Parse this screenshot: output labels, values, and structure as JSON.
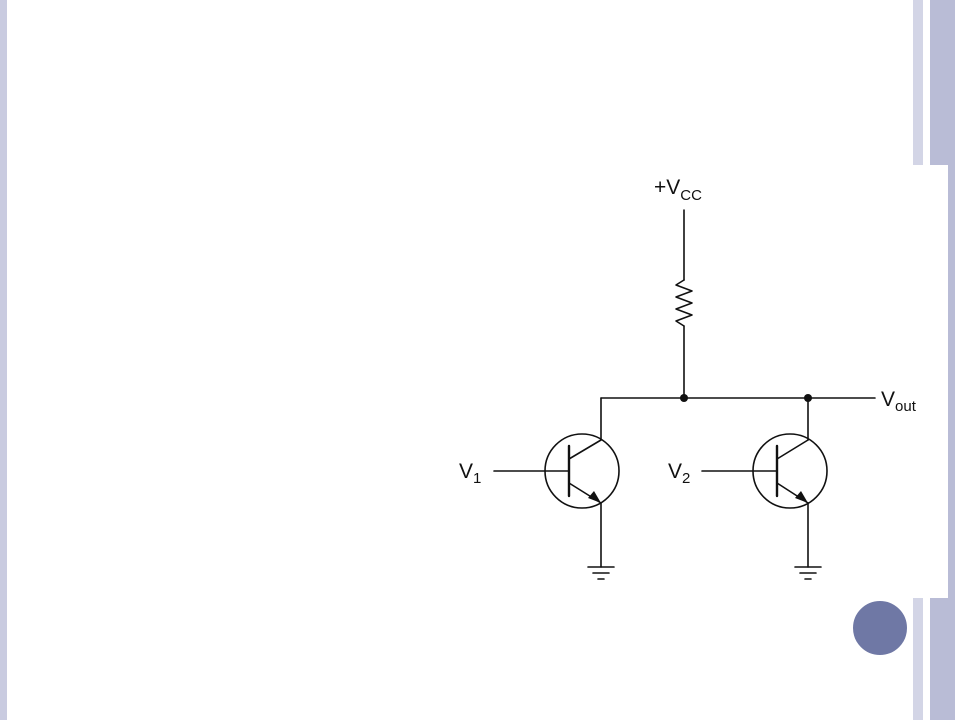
{
  "diagram": {
    "vcc": {
      "main": "+V",
      "sub": "CC"
    },
    "vout": {
      "main": "V",
      "sub": "out"
    },
    "v1": {
      "main": "V",
      "sub": "1"
    },
    "v2": {
      "main": "V",
      "sub": "2"
    }
  },
  "colors": {
    "border_light": "#d3d5e6",
    "border_dark": "#b9bcd6",
    "slide_dot": "#6f78a5",
    "ink": "#111111"
  }
}
